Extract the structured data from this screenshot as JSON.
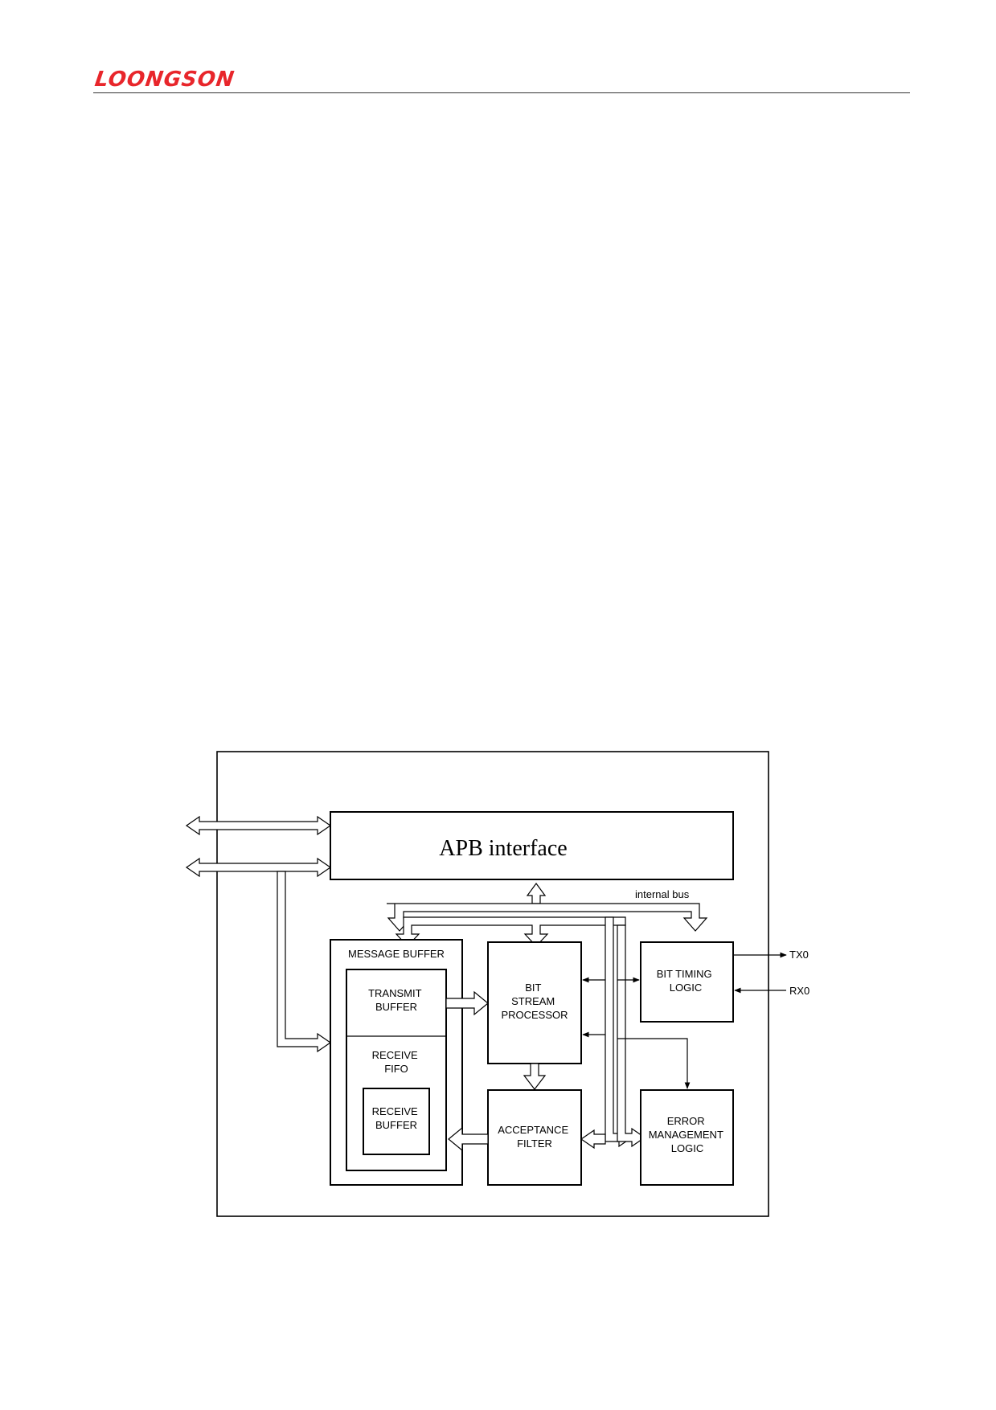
{
  "header": {
    "logo_text": "LOONGSON"
  },
  "colors": {
    "brand": "#e8262b",
    "line": "#000000",
    "rule": "#333333"
  },
  "diagram": {
    "apb": "APB interface",
    "internal_bus": "internal bus",
    "message_buffer": "MESSAGE BUFFER",
    "transmit_buffer": [
      "TRANSMIT",
      "BUFFER"
    ],
    "receive_fifo": [
      "RECEIVE",
      "FIFO"
    ],
    "receive_buffer": [
      "RECEIVE",
      "BUFFER"
    ],
    "bit_stream_processor": [
      "BIT",
      "STREAM",
      "PROCESSOR"
    ],
    "acceptance_filter": [
      "ACCEPTANCE",
      "FILTER"
    ],
    "bit_timing_logic": [
      "BIT TIMING",
      "LOGIC"
    ],
    "error_management_logic": [
      "ERROR",
      "MANAGEMENT",
      "LOGIC"
    ],
    "tx": "TX0",
    "rx": "RX0"
  }
}
